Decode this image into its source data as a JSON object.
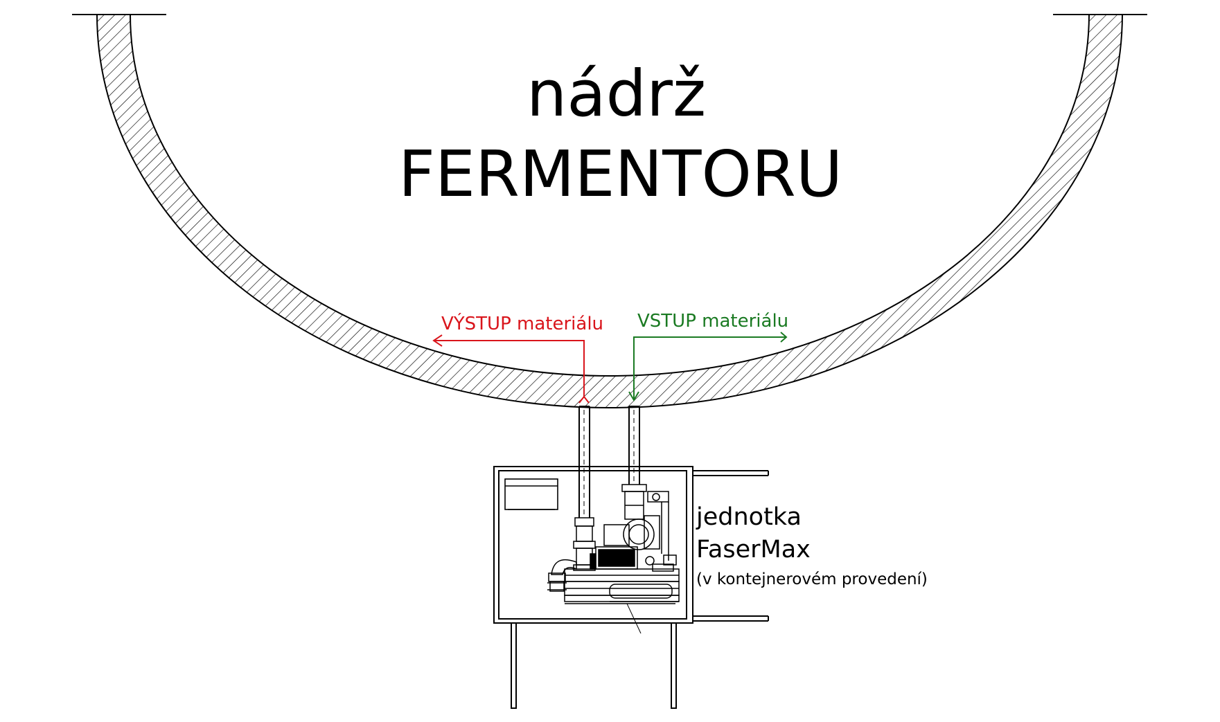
{
  "tank": {
    "title_line1": "nádrž",
    "title_line2": "FERMENTORU"
  },
  "flows": {
    "output_label": "VÝSTUP materiálu",
    "input_label": "VSTUP materiálu",
    "output_color": "#d9141b",
    "input_color": "#1a7a22"
  },
  "unit": {
    "name_line1": "jednotka",
    "name_line2": "FaserMax",
    "note": "(v kontejnerovém provedení)"
  },
  "colors": {
    "line": "#000000",
    "background": "#ffffff"
  }
}
